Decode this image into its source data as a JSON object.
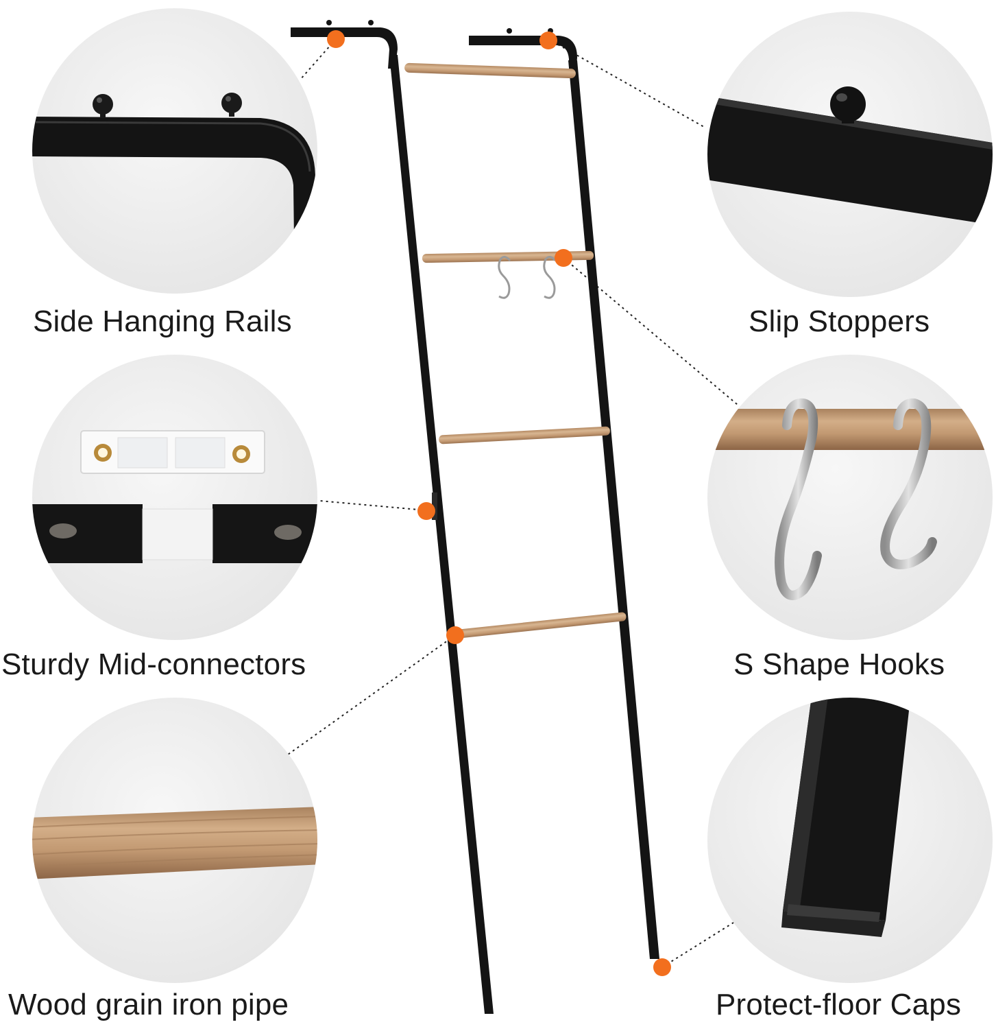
{
  "features": {
    "side_hanging_rails": "Side Hanging Rails",
    "slip_stoppers": "Slip Stoppers",
    "mid_connectors": "Sturdy Mid-connectors",
    "s_hooks": "S Shape Hooks",
    "wood_grain": "Wood grain iron pipe",
    "floor_caps": "Protect-floor Caps"
  },
  "colors": {
    "accent_dot": "#f26f1e",
    "frame": "#141414",
    "wood": "#c9a27e",
    "circle_bg": "#eeeeee"
  }
}
